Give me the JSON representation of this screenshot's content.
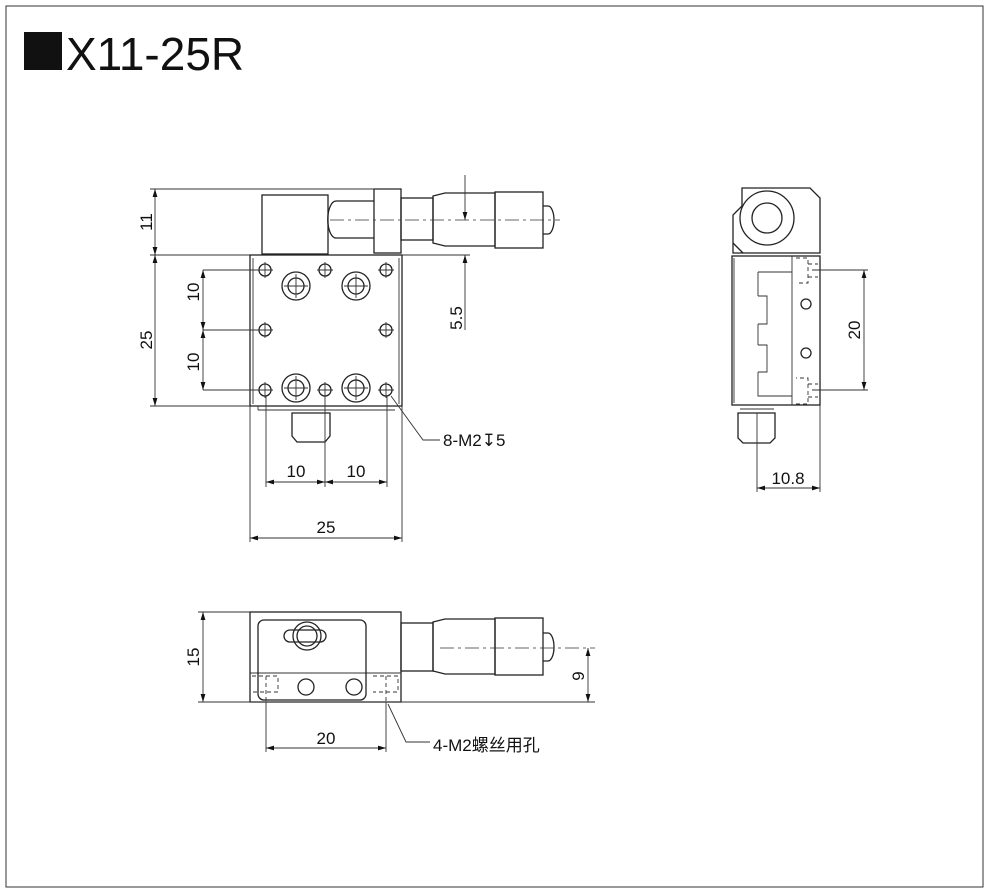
{
  "title": "X11-25R",
  "title_marker": "■",
  "top_view": {
    "dim_height_micrometer": "11",
    "dim_body": "25",
    "dim_hole_pitch_v1": "10",
    "dim_hole_pitch_v2": "10",
    "dim_offset": "5.5",
    "dim_hole_pitch_h1": "10",
    "dim_hole_pitch_h2": "10",
    "dim_width": "25",
    "hole_callout": "8-M2↧5"
  },
  "side_view": {
    "dim_pitch": "20",
    "dim_offset": "10.8"
  },
  "front_view": {
    "dim_height": "15",
    "dim_axis_height": "9",
    "dim_pitch": "20",
    "hole_callout": "4-M2螺丝用孔"
  }
}
